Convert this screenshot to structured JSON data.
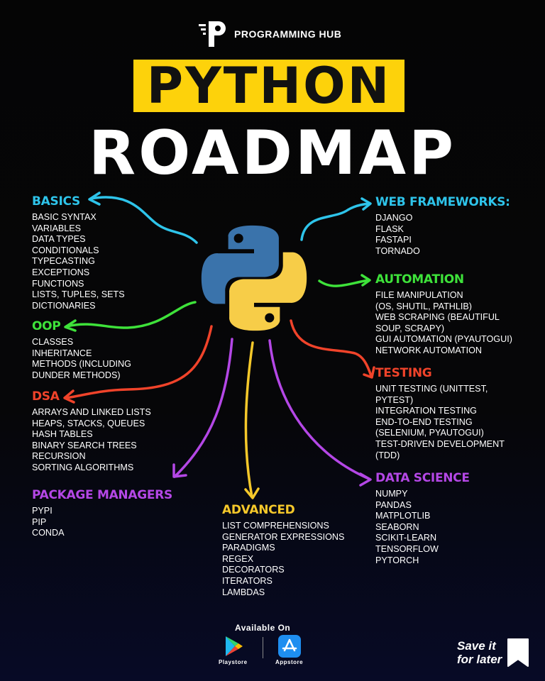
{
  "brand": {
    "name": "PROGRAMMING HUB",
    "icon": "programming-hub-logo"
  },
  "title": {
    "line1": "PYTHON",
    "line2": "ROADMAP"
  },
  "sections": {
    "basics": {
      "heading": "BASICS",
      "color": "#2ec4ea",
      "items": [
        "BASIC SYNTAX",
        "VARIABLES",
        "DATA TYPES",
        "CONDITIONALS",
        "TYPECASTING",
        "EXCEPTIONS",
        "FUNCTIONS",
        "LISTS, TUPLES, SETS",
        "DICTIONARIES"
      ]
    },
    "oop": {
      "heading": "OOP",
      "color": "#3ee23a",
      "items": [
        "CLASSES",
        "INHERITANCE",
        "METHODS (INCLUDING",
        "DUNDER METHODS)"
      ]
    },
    "dsa": {
      "heading": "DSA",
      "color": "#f0432a",
      "items": [
        "ARRAYS AND LINKED LISTS",
        "HEAPS, STACKS, QUEUES",
        "HASH TABLES",
        "BINARY SEARCH TREES",
        "RECURSION",
        "SORTING ALGORITHMS"
      ]
    },
    "pkg": {
      "heading": "PACKAGE MANAGERS",
      "color": "#b447e6",
      "items": [
        "PYPI",
        "PIP",
        "CONDA"
      ]
    },
    "adv": {
      "heading": "ADVANCED",
      "color": "#f5c82a",
      "items": [
        "LIST COMPREHENSIONS",
        "GENERATOR EXPRESSIONS",
        "PARADIGMS",
        "REGEX",
        "DECORATORS",
        "ITERATORS",
        "LAMBDAS"
      ]
    },
    "web": {
      "heading": "WEB FRAMEWORKS:",
      "color": "#2ec4ea",
      "items": [
        "DJANGO",
        "FLASK",
        "FASTAPI",
        "TORNADO"
      ]
    },
    "auto": {
      "heading": "AUTOMATION",
      "color": "#3ee23a",
      "items": [
        "FILE MANIPULATION",
        "(OS, SHUTIL, PATHLIB)",
        "WEB SCRAPING (BEAUTIFUL",
        "SOUP, SCRAPY)",
        "GUI AUTOMATION (PYAUTOGUI)",
        "NETWORK AUTOMATION"
      ]
    },
    "test": {
      "heading": "TESTING",
      "color": "#f0432a",
      "items": [
        "UNIT TESTING (UNITTEST,",
        "PYTEST)",
        "INTEGRATION TESTING",
        "END-TO-END TESTING",
        "(SELENIUM, PYAUTOGUI)",
        "TEST-DRIVEN DEVELOPMENT",
        "(TDD)"
      ]
    },
    "ds": {
      "heading": "DATA SCIENCE",
      "color": "#b447e6",
      "items": [
        "NUMPY",
        "PANDAS",
        "MATPLOTLIB",
        "SEABORN",
        "SCIKIT-LEARN",
        "TENSORFLOW",
        "PYTORCH"
      ]
    }
  },
  "footer": {
    "available": "Available On",
    "playstore": "Playstore",
    "appstore": "Appstore",
    "save_line1": "Save it",
    "save_line2": "for later"
  },
  "colors": {
    "yellow": "#fdd20b",
    "python_blue": "#3a73ab",
    "python_yellow": "#f7cd48"
  }
}
